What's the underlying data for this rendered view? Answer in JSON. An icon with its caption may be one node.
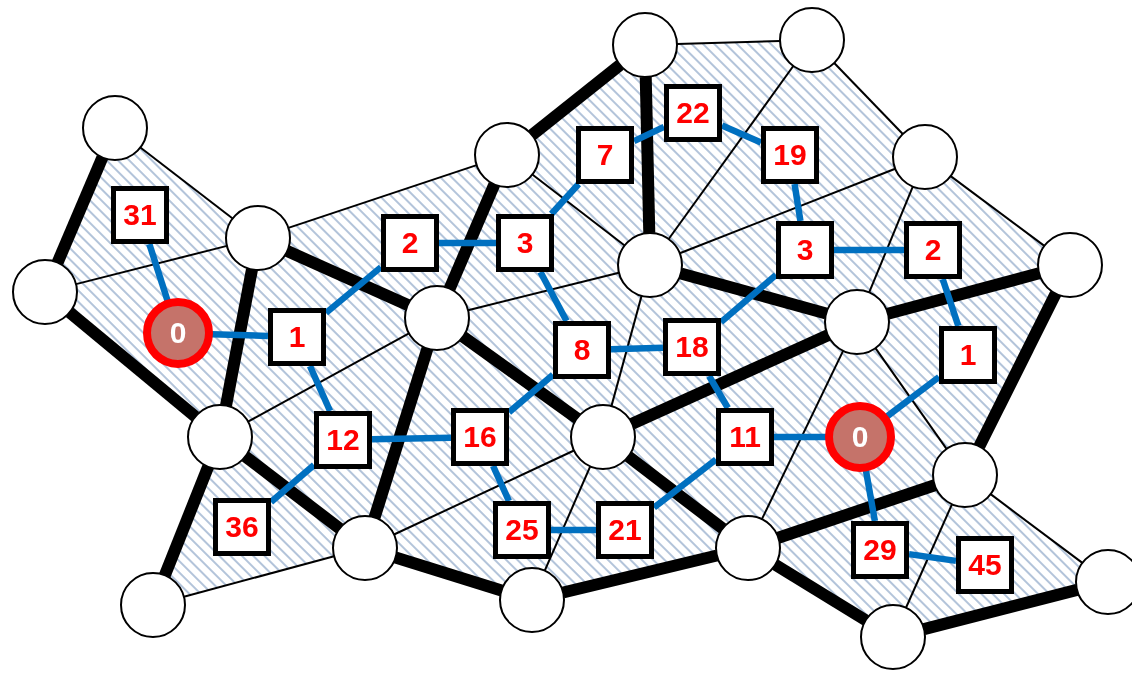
{
  "diagram": {
    "nodes": [
      {
        "text": [],
        "shape": "circle"
      },
      {
        "text": [],
        "shape": "circle"
      },
      {
        "text": [
          "22"
        ]
      },
      {
        "text": [],
        "shape": "circle"
      },
      {
        "text": [],
        "shape": "circle"
      },
      {
        "text": [
          "7"
        ]
      },
      {
        "text": [
          "19"
        ]
      },
      {
        "text": [],
        "shape": "circle"
      },
      {
        "text": [
          "31"
        ]
      },
      {
        "text": [],
        "shape": "circle"
      },
      {
        "text": [
          "2"
        ]
      },
      {
        "text": [
          "3"
        ]
      },
      {
        "text": [
          "3"
        ]
      },
      {
        "text": [
          "2"
        ]
      },
      {
        "text": [],
        "shape": "circle"
      },
      {
        "text": [],
        "shape": "circle"
      },
      {
        "text": [],
        "shape": "circle"
      },
      {
        "text": [],
        "shape": "circle"
      },
      {
        "text": [],
        "shape": "circle"
      },
      {
        "text": [
          "0"
        ]
      },
      {
        "text": [
          "1"
        ]
      },
      {
        "text": [
          "8"
        ]
      },
      {
        "text": [
          "18"
        ]
      },
      {
        "text": [
          "1"
        ]
      },
      {
        "text": [],
        "shape": "circle"
      },
      {
        "text": [
          "12"
        ]
      },
      {
        "text": [
          "16"
        ]
      },
      {
        "text": [],
        "shape": "circle"
      },
      {
        "text": [
          "11"
        ]
      },
      {
        "text": [
          "0"
        ]
      },
      {
        "text": [],
        "shape": "circle"
      },
      {
        "text": [
          "36"
        ]
      },
      {
        "text": [
          "25"
        ]
      },
      {
        "text": [
          "21"
        ]
      },
      {
        "text": [],
        "shape": "circle"
      },
      {
        "text": [],
        "shape": "circle"
      },
      {
        "text": [
          "29"
        ]
      },
      {
        "text": [
          "45"
        ]
      },
      {
        "text": [],
        "shape": "circle"
      },
      {
        "text": [],
        "shape": "circle"
      },
      {
        "text": [],
        "shape": "circle"
      },
      {
        "text": [],
        "shape": "circle"
      }
    ],
    "edges": [
      {
        "from": 3,
        "to": 16,
        "arrow": "none",
        "style": "thick"
      },
      {
        "from": 3,
        "to": 9,
        "arrow": "none"
      },
      {
        "from": 16,
        "to": 9,
        "arrow": "none"
      },
      {
        "from": 16,
        "to": 24,
        "arrow": "none",
        "style": "thick"
      },
      {
        "from": 9,
        "to": 24,
        "arrow": "none",
        "style": "thick"
      },
      {
        "from": 9,
        "to": 17,
        "arrow": "none",
        "style": "thick"
      },
      {
        "from": 9,
        "to": 4,
        "arrow": "none"
      },
      {
        "from": 4,
        "to": 0,
        "arrow": "none",
        "style": "thick"
      },
      {
        "from": 4,
        "to": 17,
        "arrow": "none",
        "style": "thick"
      },
      {
        "from": 4,
        "to": 14,
        "arrow": "none"
      },
      {
        "from": 17,
        "to": 14,
        "arrow": "none"
      },
      {
        "from": 0,
        "to": 14,
        "arrow": "none",
        "style": "thick"
      },
      {
        "from": 0,
        "to": 1,
        "arrow": "none"
      },
      {
        "from": 1,
        "to": 14,
        "arrow": "none"
      },
      {
        "from": 1,
        "to": 7,
        "arrow": "none"
      },
      {
        "from": 7,
        "to": 14,
        "arrow": "none"
      },
      {
        "from": 14,
        "to": 18,
        "arrow": "none",
        "style": "thick"
      },
      {
        "from": 7,
        "to": 15,
        "arrow": "none"
      },
      {
        "from": 7,
        "to": 18,
        "arrow": "none"
      },
      {
        "from": 15,
        "to": 18,
        "arrow": "none",
        "style": "thick"
      },
      {
        "from": 15,
        "to": 30,
        "arrow": "none",
        "style": "thick"
      },
      {
        "from": 18,
        "to": 27,
        "arrow": "none",
        "style": "thick"
      },
      {
        "from": 18,
        "to": 35,
        "arrow": "none"
      },
      {
        "from": 18,
        "to": 30,
        "arrow": "none"
      },
      {
        "from": 30,
        "to": 35,
        "arrow": "none",
        "style": "thick"
      },
      {
        "from": 30,
        "to": 41,
        "arrow": "none"
      },
      {
        "from": 30,
        "to": 38,
        "arrow": "none"
      },
      {
        "from": 41,
        "to": 38,
        "arrow": "none",
        "style": "thick"
      },
      {
        "from": 35,
        "to": 41,
        "arrow": "none",
        "style": "thick"
      },
      {
        "from": 27,
        "to": 35,
        "arrow": "none",
        "style": "thick"
      },
      {
        "from": 27,
        "to": 39,
        "arrow": "none"
      },
      {
        "from": 27,
        "to": 34,
        "arrow": "none"
      },
      {
        "from": 14,
        "to": 27,
        "arrow": "none"
      },
      {
        "from": 39,
        "to": 35,
        "arrow": "none",
        "style": "thick"
      },
      {
        "from": 34,
        "to": 39,
        "arrow": "none",
        "style": "thick"
      },
      {
        "from": 17,
        "to": 27,
        "arrow": "none",
        "style": "thick"
      },
      {
        "from": 17,
        "to": 34,
        "arrow": "none",
        "style": "thick"
      },
      {
        "from": 17,
        "to": 24,
        "arrow": "none"
      },
      {
        "from": 24,
        "to": 34,
        "arrow": "none",
        "style": "thick"
      },
      {
        "from": 24,
        "to": 40,
        "arrow": "none",
        "style": "thick"
      },
      {
        "from": 40,
        "to": 34,
        "arrow": "none"
      },
      {
        "from": 8,
        "to": 19,
        "arrow": "none",
        "color": "#0070c0"
      },
      {
        "from": 19,
        "to": 20,
        "arrow": "none",
        "color": "#0070c0"
      },
      {
        "from": 20,
        "to": 10,
        "arrow": "none",
        "color": "#0070c0"
      },
      {
        "from": 20,
        "to": 25,
        "arrow": "none",
        "color": "#0070c0"
      },
      {
        "from": 10,
        "to": 11,
        "arrow": "none",
        "color": "#0070c0"
      },
      {
        "from": 11,
        "to": 5,
        "arrow": "none",
        "color": "#0070c0"
      },
      {
        "from": 11,
        "to": 21,
        "arrow": "none",
        "color": "#0070c0"
      },
      {
        "from": 5,
        "to": 2,
        "arrow": "none",
        "color": "#0070c0"
      },
      {
        "from": 2,
        "to": 6,
        "arrow": "none",
        "color": "#0070c0"
      },
      {
        "from": 6,
        "to": 12,
        "arrow": "none",
        "color": "#0070c0"
      },
      {
        "from": 12,
        "to": 13,
        "arrow": "none",
        "color": "#0070c0"
      },
      {
        "from": 13,
        "to": 23,
        "arrow": "none",
        "color": "#0070c0"
      },
      {
        "from": 23,
        "to": 29,
        "arrow": "none",
        "color": "#0070c0"
      },
      {
        "from": 12,
        "to": 22,
        "arrow": "none",
        "color": "#0070c0"
      },
      {
        "from": 21,
        "to": 22,
        "arrow": "none",
        "color": "#0070c0"
      },
      {
        "from": 21,
        "to": 26,
        "arrow": "none",
        "color": "#0070c0"
      },
      {
        "from": 25,
        "to": 26,
        "arrow": "none",
        "color": "#0070c0"
      },
      {
        "from": 25,
        "to": 31,
        "arrow": "none",
        "color": "#0070c0"
      },
      {
        "from": 26,
        "to": 32,
        "arrow": "none",
        "color": "#0070c0"
      },
      {
        "from": 32,
        "to": 33,
        "arrow": "none",
        "color": "#0070c0"
      },
      {
        "from": 33,
        "to": 28,
        "arrow": "none",
        "color": "#0070c0"
      },
      {
        "from": 22,
        "to": 28,
        "arrow": "none",
        "color": "#0070c0"
      },
      {
        "from": 28,
        "to": 29,
        "arrow": "none",
        "color": "#0070c0"
      },
      {
        "from": 29,
        "to": 36,
        "arrow": "none",
        "color": "#0070c0"
      },
      {
        "from": 36,
        "to": 37,
        "arrow": "none",
        "color": "#0070c0"
      }
    ]
  }
}
